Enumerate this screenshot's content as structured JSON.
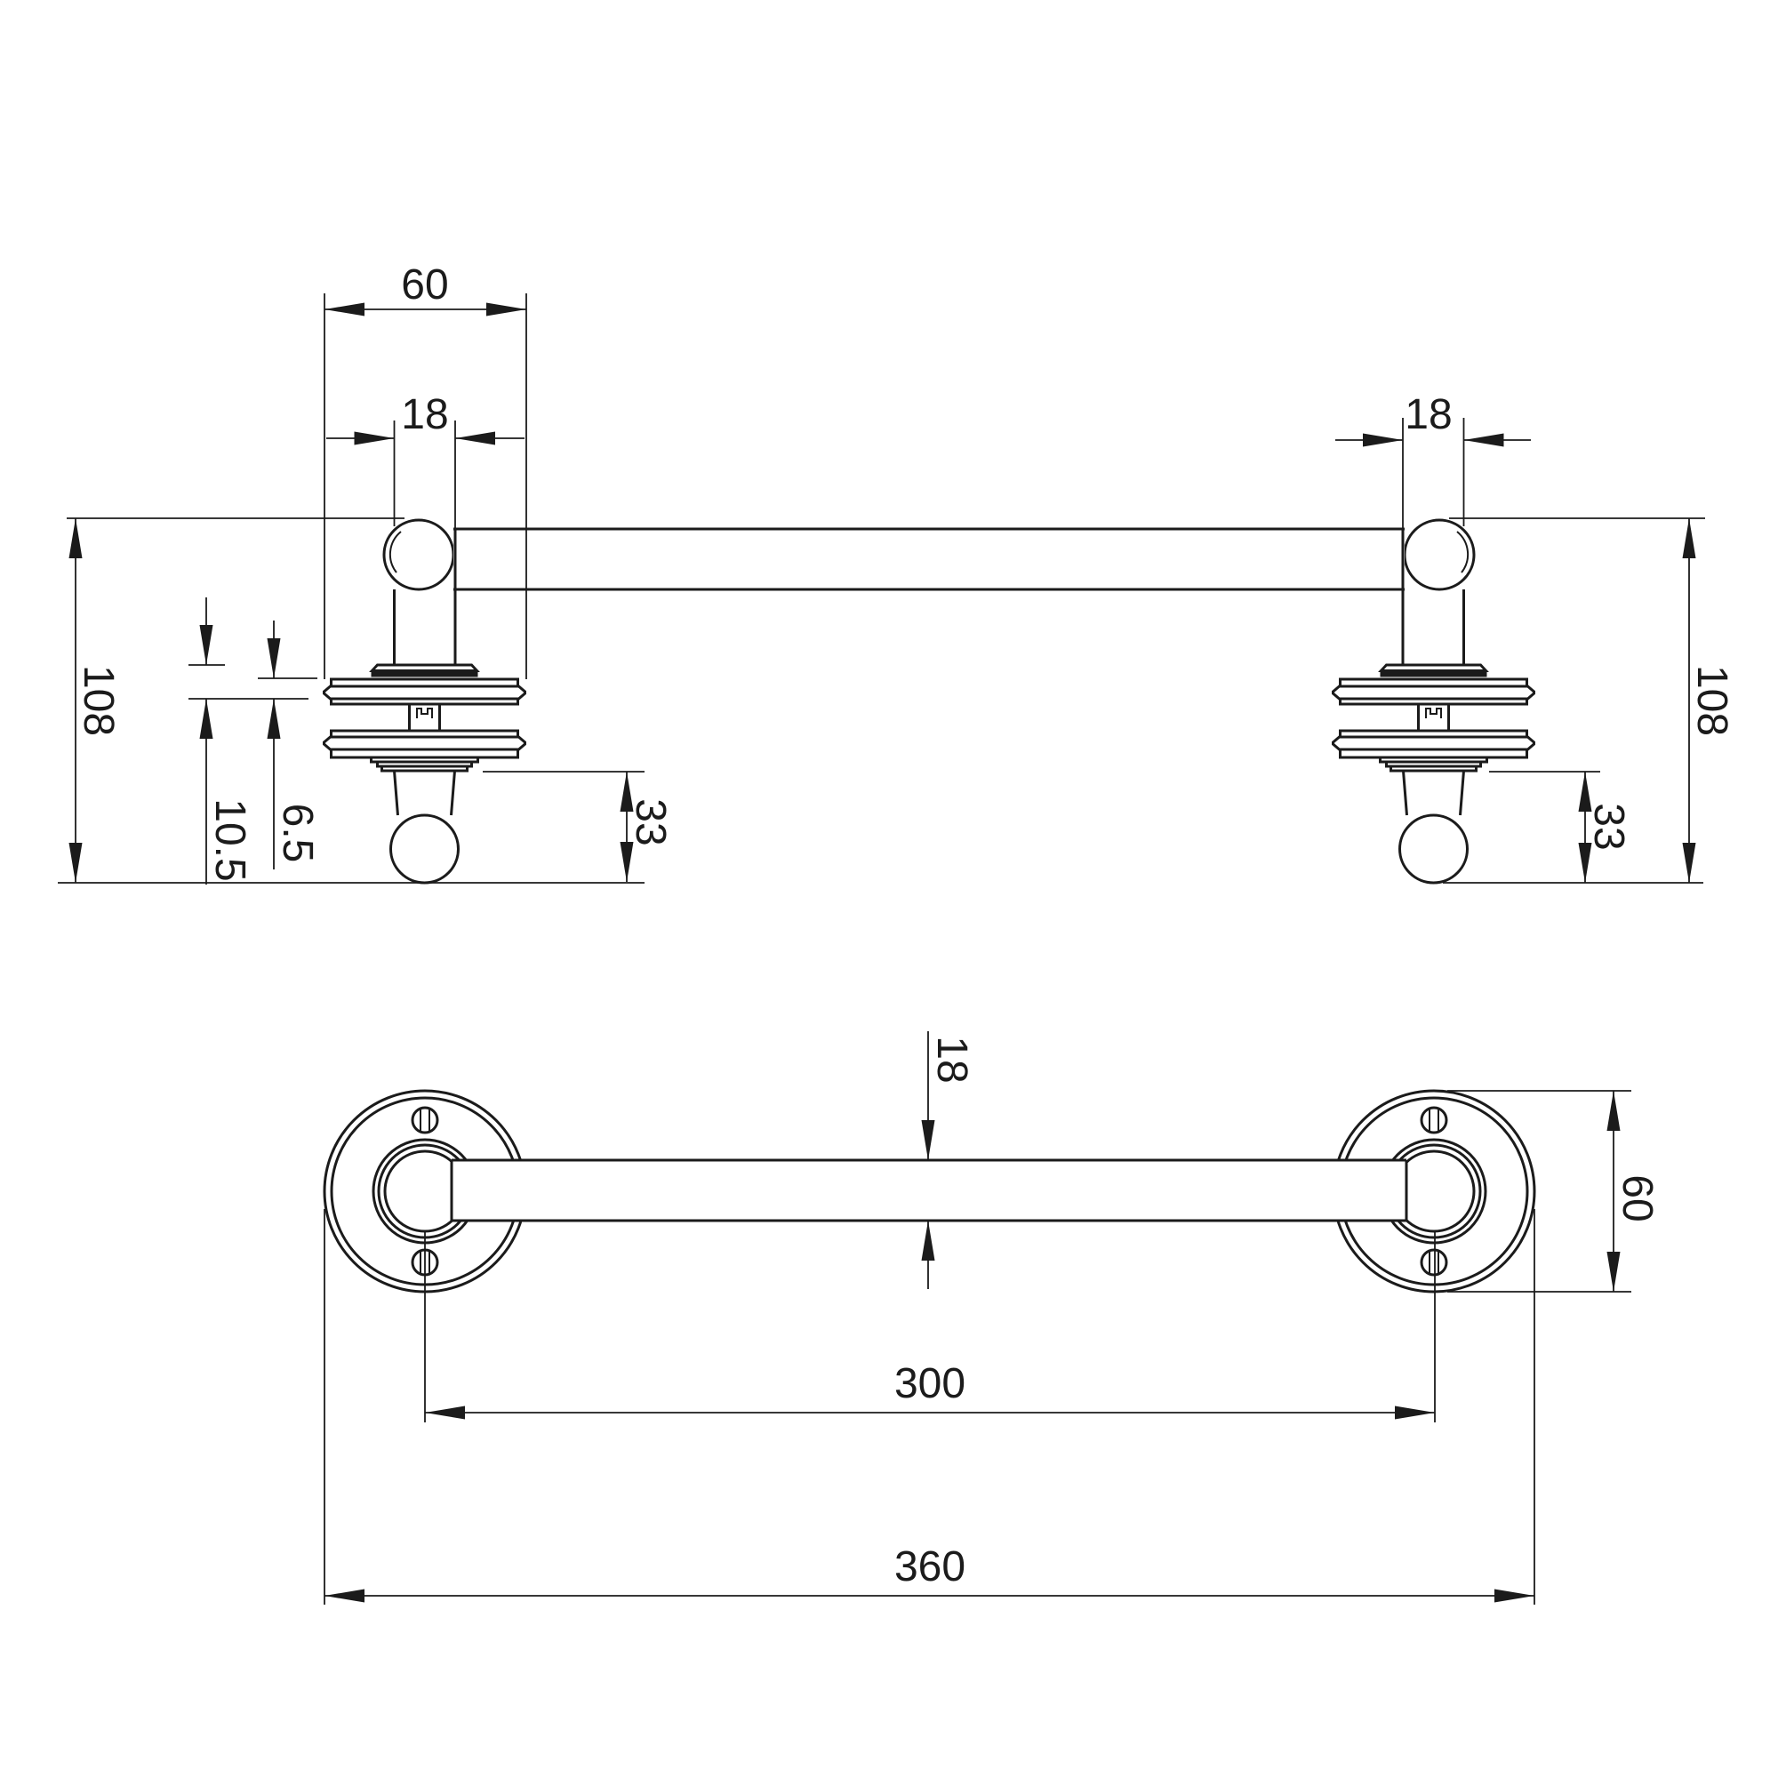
{
  "colors": {
    "line": "#1b1b1b",
    "background": "#ffffff"
  },
  "views": {
    "side_elevation": {
      "dims": {
        "flange_width": "60",
        "bar_diameter_left": "18",
        "bar_diameter_right": "18",
        "overall_height_left": "108",
        "overall_height_right": "108",
        "cap_to_plate": "10.5",
        "plate_thickness": "6.5",
        "ball_projection_left": "33",
        "ball_projection_right": "33"
      }
    },
    "front_elevation": {
      "dims": {
        "bar_diameter": "18",
        "flange_diameter": "60",
        "fixing_centres": "300",
        "overall_length": "360"
      }
    }
  }
}
